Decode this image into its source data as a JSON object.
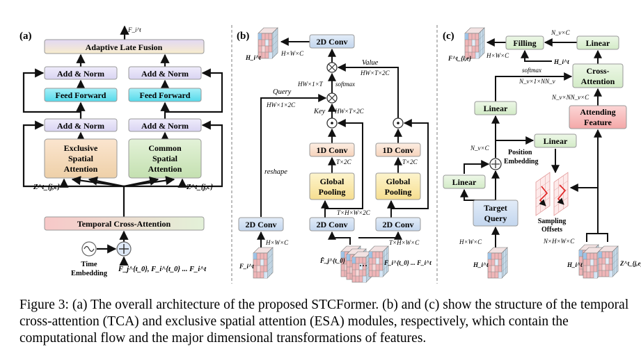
{
  "panels": {
    "a": "(a)",
    "b": "(b)",
    "c": "(c)"
  },
  "a": {
    "fusion": "Adaptive Late Fusion",
    "output": "F_i^t",
    "addnorm": "Add & Norm",
    "ff": "Feed Forward",
    "esa": [
      "Exclusive",
      "Spatial",
      "Attention"
    ],
    "csa": [
      "Common",
      "Spatial",
      "Attention"
    ],
    "tca": "Temporal Cross-Attention",
    "zl": "Z^t_{j,e}",
    "zr": "Z^t_{j,c}",
    "time": [
      "Time",
      "Embedding"
    ],
    "inputs": "F̂_j^{t_0}, F_i^{t_0} ... F_i^t"
  },
  "b": {
    "conv2d": "2D Conv",
    "conv1d": "1D Conv",
    "gp": [
      "Global",
      "Pooling"
    ],
    "h_out": "H_i^t",
    "dim_hwc": "H×W×C",
    "dim_hw1t": "HW×1×T",
    "softmax": "softmax",
    "value": "Value",
    "dim_hwt2c": "HW×T×2C",
    "query": "Query",
    "dim_hw12c": "HW×1×2C",
    "key": "Key",
    "dim_t2c": "T×2C",
    "reshape": "reshape",
    "dim_thw2c": "T×H×W×2C",
    "dim_thwc": "T×H×W×C",
    "f_in": "F_i^t",
    "f_seq": "F̂_j^{t_0}",
    "f_seq2": "F_i^{t_0} ... F_i^t"
  },
  "c": {
    "filling": "Filling",
    "linear": "Linear",
    "dim_nvc": "N_v×C",
    "f_out": "F^t_{i,e}",
    "h_t": "H_i^t",
    "ca": [
      "Cross-",
      "Attention"
    ],
    "softmax": "softmax",
    "dim_nv1nnv": "N_v×1×NN_v",
    "dim_nvnnvc": "N_v×NN_v×C",
    "af": [
      "Attending",
      "Feature"
    ],
    "pe": [
      "Position",
      "Embedding"
    ],
    "tq": [
      "Target",
      "Query"
    ],
    "so": [
      "Sampling",
      "Offsets"
    ],
    "dim_nhwc": "N×H×W×C",
    "z": "Z^t_{j,e}"
  },
  "caption": "Figure 3: (a) The overall architecture of the proposed STCFormer. (b) and (c) show the structure of the temporal cross-attention (TCA) and exclusive spatial attention (ESA) modules, respectively, which contain the computational flow and the major dimensional transformations of features.",
  "colors": {
    "purple_box": "#e6e2f6",
    "cyan_box": "#7fe6f2",
    "pink_box": "#f8c4c4",
    "green_box": "#e0f0da",
    "blue_box": "#d3e2f4",
    "orange_box": "#fbe3d2",
    "yellow_box": "#fbedb4"
  }
}
